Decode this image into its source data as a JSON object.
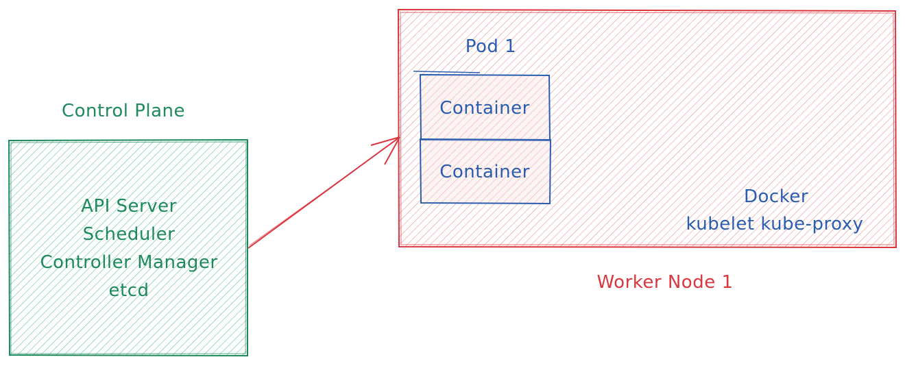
{
  "control_plane": {
    "title": "Control Plane",
    "components": [
      "API Server",
      "Scheduler",
      "Controller Manager",
      "etcd"
    ]
  },
  "worker_node": {
    "title": "Worker Node 1",
    "pod": {
      "title": "Pod 1",
      "containers": [
        "Container",
        "Container"
      ]
    },
    "services": [
      "Docker",
      "kubelet kube-proxy"
    ]
  },
  "colors": {
    "control_plane": "#1e8a5c",
    "control_plane_fill": "#2fae73",
    "worker_node": "#d9363e",
    "worker_node_fill": "#e2555b",
    "pod": "#2a5db0"
  }
}
